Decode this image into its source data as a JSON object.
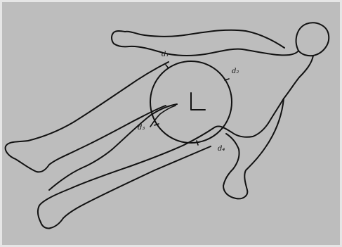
{
  "figure": {
    "ink_color": "#111111",
    "paper_color": "#bdbdbd",
    "labels": {
      "top": "d₁",
      "right": "d₂",
      "left": "d₃",
      "bottom": "d₄"
    }
  }
}
